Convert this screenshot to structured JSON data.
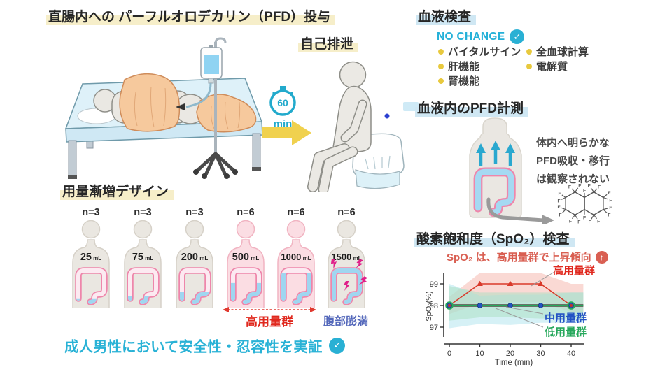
{
  "infographic": {
    "administration": {
      "title": "直腸内への パーフルオロデカリン（PFD）投与",
      "timer_value": "60",
      "timer_unit": "min",
      "excretion_title": "自己排泄"
    },
    "blood_test": {
      "title": "血液検査",
      "status": "NO CHANGE",
      "items_left": [
        "バイタルサイン",
        "肝機能",
        "腎機能"
      ],
      "items_right": [
        "全血球計算",
        "電解質"
      ]
    },
    "pfd_measurement": {
      "title": "血液内のPFD計測",
      "note_line1": "体内へ明らかな",
      "note_line2": "PFD吸収・移行",
      "note_line3": "は観察されない",
      "f_label": "F"
    },
    "dose_design": {
      "title": "用量漸増デザイン",
      "groups": [
        {
          "n": "n=3",
          "dose": "25",
          "unit": "mL",
          "body": "gray",
          "fill_level": 0.14,
          "distension": false
        },
        {
          "n": "n=3",
          "dose": "75",
          "unit": "mL",
          "body": "gray",
          "fill_level": 0.22,
          "distension": false
        },
        {
          "n": "n=3",
          "dose": "200",
          "unit": "mL",
          "body": "gray",
          "fill_level": 0.34,
          "distension": false
        },
        {
          "n": "n=6",
          "dose": "500",
          "unit": "mL",
          "body": "pink",
          "fill_level": 0.58,
          "distension": false
        },
        {
          "n": "n=6",
          "dose": "1000",
          "unit": "mL",
          "body": "pink",
          "fill_level": 0.85,
          "distension": false
        },
        {
          "n": "n=6",
          "dose": "1500",
          "unit": "mL",
          "body": "gray",
          "fill_level": 1.0,
          "distension": true
        }
      ],
      "high_dose_label": "高用量群",
      "distension_label": "腹部膨満"
    },
    "conclusion": "成人男性において安全性・忍容性を実証",
    "spo2": {
      "title": "酸素飽和度（SpO₂）検査",
      "annotation": "SpO₂ は、高用量群で上昇傾向"
    }
  },
  "chart_data": {
    "type": "line",
    "title": "酸素飽和度（SpO₂）検査",
    "xlabel": "Time (min)",
    "ylabel": "SpO₂(%)",
    "x": [
      0,
      10,
      20,
      30,
      40
    ],
    "xticks": [
      "0",
      "10",
      "20",
      "30",
      "40"
    ],
    "yticks": [
      "97",
      "98",
      "99"
    ],
    "ylim": [
      96.6,
      99.7
    ],
    "grid": false,
    "legend_position": "right-inline-labels",
    "annotation": "SpO₂ は、高用量群で上昇傾向",
    "series": [
      {
        "name": "高用量群",
        "color": "#d93a2b",
        "marker": "triangle",
        "values": [
          98,
          99,
          99,
          99,
          98
        ],
        "band_upper": [
          98.4,
          99.5,
          99.5,
          99.5,
          99.0
        ],
        "band_lower": [
          97.6,
          98.1,
          98.15,
          98.15,
          97.7
        ],
        "band_color": "#f5b3aa"
      },
      {
        "name": "中用量群",
        "color": "#2453c4",
        "marker": "circle",
        "values": [
          98,
          98,
          98,
          98,
          98
        ],
        "band_upper": [
          99.0,
          98.45,
          98.5,
          98.5,
          98.6
        ],
        "band_lower": [
          96.95,
          97.15,
          97.1,
          97.2,
          97.2
        ],
        "band_color": "#aee4ee"
      },
      {
        "name": "低用量群",
        "color": "#27a85c",
        "marker": "ring",
        "values": [
          98,
          98,
          98,
          98,
          98
        ],
        "band_upper": [
          98.9,
          98.6,
          98.6,
          98.6,
          98.6
        ],
        "band_lower": [
          97.3,
          97.45,
          97.45,
          97.4,
          97.4
        ],
        "band_color": "#a8dfc0"
      }
    ]
  },
  "icons": {
    "check": "✓",
    "up": "↑"
  },
  "colors": {
    "cyan_text": "#29b2d6",
    "yellow_highlight": "#f6eec9",
    "blue_highlight": "#cfe7f3",
    "bullet_yellow": "#e8c93e",
    "red_label": "#e0281e",
    "distension_blue": "#5468bb",
    "high_series": "#d93a2b",
    "mid_series": "#2453c4",
    "low_series": "#27a85c"
  }
}
